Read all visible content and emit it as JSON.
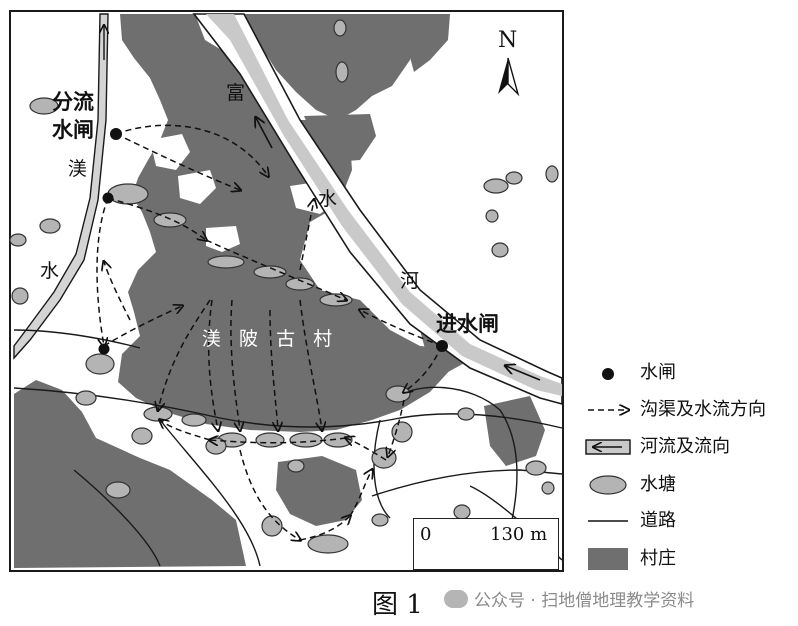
{
  "map": {
    "north_label": "N",
    "river_name_chars": [
      "富",
      "水",
      "河"
    ],
    "stream_name_chars": [
      "渼",
      "水"
    ],
    "village_label": "渼 陂 古 村",
    "inlet_gate_label": "进水闸",
    "diversion_gate_label_line1": "分流",
    "diversion_gate_label_line2": "水闸",
    "scale_zero": "0",
    "scale_value": "130 m"
  },
  "legend": {
    "items": [
      {
        "key": "gate",
        "label": "水闸"
      },
      {
        "key": "ditch",
        "label": "沟渠及水流方向"
      },
      {
        "key": "river",
        "label": "河流及流向"
      },
      {
        "key": "pond",
        "label": "水塘"
      },
      {
        "key": "road",
        "label": "道路"
      },
      {
        "key": "village",
        "label": "村庄"
      }
    ]
  },
  "caption": "图 1",
  "watermark": "公众号 · 扫地僧地理教学资料",
  "colors": {
    "village": "#6f6f6f",
    "river": "#c9c9c9",
    "pond": "#b4b4b4",
    "frame": "#1a1a1a"
  }
}
